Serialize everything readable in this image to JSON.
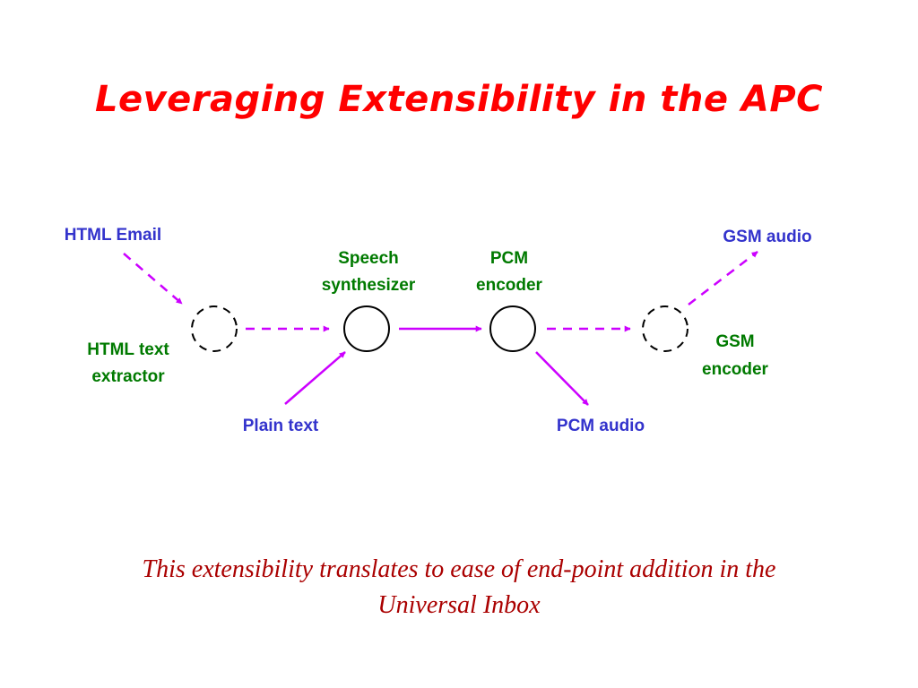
{
  "slide": {
    "title": "Leveraging Extensibility in the APC",
    "caption": "This extensibility translates to ease of end-point addition in the Universal Inbox"
  },
  "diagram": {
    "inputs": {
      "html_email": "HTML Email",
      "plain_text": "Plain text"
    },
    "outputs": {
      "gsm_audio": "GSM audio",
      "pcm_audio": "PCM audio"
    },
    "components": {
      "html_text_extractor": [
        "HTML text",
        "extractor"
      ],
      "speech_synthesizer": [
        "Speech",
        "synthesizer"
      ],
      "pcm_encoder": [
        "PCM",
        "encoder"
      ],
      "gsm_encoder": [
        "GSM",
        "encoder"
      ]
    },
    "colors": {
      "arrow": "#cc00ff",
      "input_output_label": "#3333cc",
      "component_label": "#007a00",
      "title": "#ff0000",
      "caption": "#aa0000"
    }
  }
}
